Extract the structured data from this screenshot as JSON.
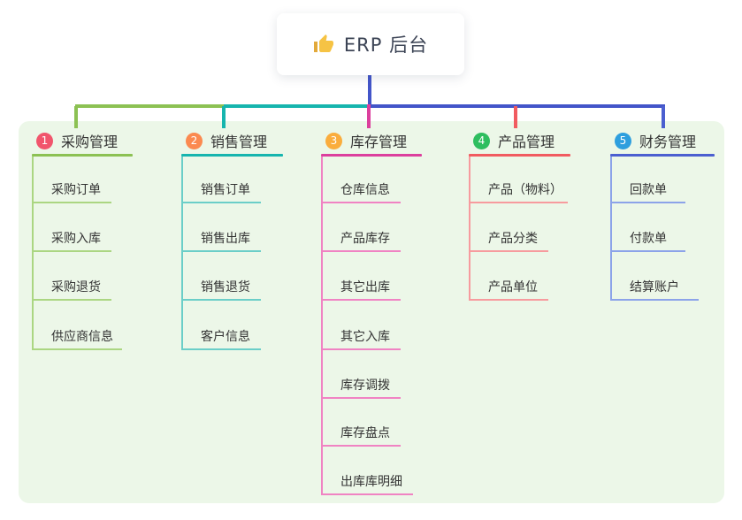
{
  "colors": {
    "page_background": "#ffffff",
    "panel_background": "#ECF7E8",
    "trunk_blue": "#4355C9",
    "text_dark": "#333333",
    "root_text": "#3C4455",
    "thumb_yellow": "#F6C344"
  },
  "root": {
    "icon": "thumbs-up-icon",
    "label": "ERP 后台"
  },
  "branches": [
    {
      "number": "1",
      "label": "采购管理",
      "badge_color": "#F1556C",
      "accent_color": "#8CC153",
      "light_color": "#ABD682",
      "items": [
        "采购订单",
        "采购入库",
        "采购退货",
        "供应商信息"
      ]
    },
    {
      "number": "2",
      "label": "销售管理",
      "badge_color": "#FB8A50",
      "accent_color": "#16B5AE",
      "light_color": "#6BCEC8",
      "items": [
        "销售订单",
        "销售出库",
        "销售退货",
        "客户信息"
      ]
    },
    {
      "number": "3",
      "label": "库存管理",
      "badge_color": "#FAAD3D",
      "accent_color": "#DC3F9D",
      "light_color": "#F083C3",
      "items": [
        "仓库信息",
        "产品库存",
        "其它出库",
        "其它入库",
        "库存调拨",
        "库存盘点",
        "出库库明细"
      ]
    },
    {
      "number": "4",
      "label": "产品管理",
      "badge_color": "#2EBE5F",
      "accent_color": "#F15B60",
      "light_color": "#F79B9E",
      "items": [
        "产品（物料）",
        "产品分类",
        "产品单位"
      ]
    },
    {
      "number": "5",
      "label": "财务管理",
      "badge_color": "#2E9FDE",
      "accent_color": "#4B5FD0",
      "light_color": "#8CA3E9",
      "items": [
        "回款单",
        "付款单",
        "结算账户"
      ]
    }
  ]
}
